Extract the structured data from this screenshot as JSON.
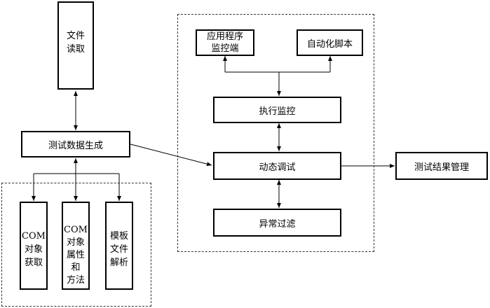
{
  "nodes": {
    "file_read": "文件\n读取",
    "test_data_gen": "测试数据生成",
    "com_object_get": "COM\n对象\n获取",
    "com_attr_method": "COM\n对象\n属性\n和\n方法",
    "template_parse": "模板\n文件\n解析",
    "app_monitor": "应用程序\n监控端",
    "auto_script": "自动化脚本",
    "exec_monitor": "执行监控",
    "dynamic_test": "动态调试",
    "exception_filter": "异常过滤",
    "result_mgmt": "测试结果管理"
  },
  "colors": {
    "line": "#000000",
    "box_border": "#000000",
    "dashed_border": "#333333"
  }
}
